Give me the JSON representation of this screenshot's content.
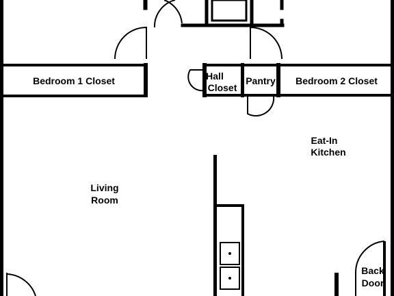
{
  "floorplan": {
    "rooms": {
      "bedroom1_closet": "Bedroom 1 Closet",
      "hall_closet_line1": "Hall",
      "hall_closet_line2": "Closet",
      "pantry": "Pantry",
      "bedroom2_closet": "Bedroom 2 Closet",
      "kitchen_line1": "Eat-In",
      "kitchen_line2": "Kitchen",
      "living_line1": "Living",
      "living_line2": "Room",
      "back_door_line1": "Back",
      "back_door_line2": "Door"
    }
  },
  "colors": {
    "wall": "#000000",
    "background": "#ffffff"
  }
}
